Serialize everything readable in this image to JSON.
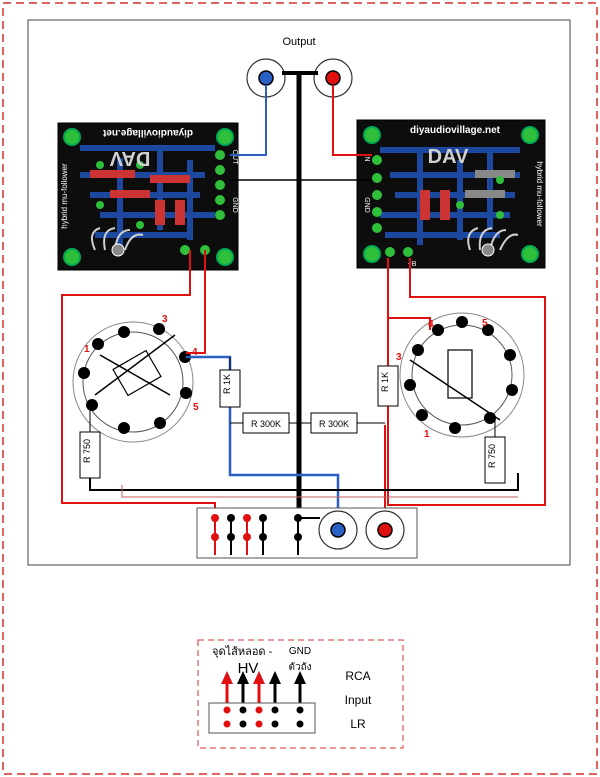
{
  "top_label": "Output",
  "boards": {
    "left_brand": "diyaudiovillage.net",
    "right_brand": "diyaudiovillage.net",
    "left_logo": "DAV",
    "right_logo": "DAV",
    "side_text": "hybrid mu-follower",
    "out_label": "OUT",
    "gnd_label": "GND",
    "in_label": "IN",
    "hv_label": "+B"
  },
  "tubes": {
    "left_pins": [
      "1",
      "3",
      "4",
      "5"
    ],
    "right_pins": [
      "4",
      "5",
      "3",
      "1"
    ]
  },
  "resistors": {
    "r1k": "R 1K",
    "r300k": "R 300K",
    "r750": "R 750"
  },
  "legend": {
    "heater_label": "จุดไส้หลอด -",
    "hv_label": "HV",
    "gnd_label": "GND",
    "chassis_label": "ตัวถัง",
    "rca_label": "RCA",
    "input_label": "Input",
    "lr_label": "LR"
  },
  "colors": {
    "red_wire": "#e01010",
    "blue_wire": "#2a5fc4",
    "black_wire": "#000000",
    "pcb_bg": "#0d0d0d",
    "pcb_trace": "#1e4fb0",
    "pad_green": "#2fbf3a",
    "dash_border": "#d43030"
  }
}
